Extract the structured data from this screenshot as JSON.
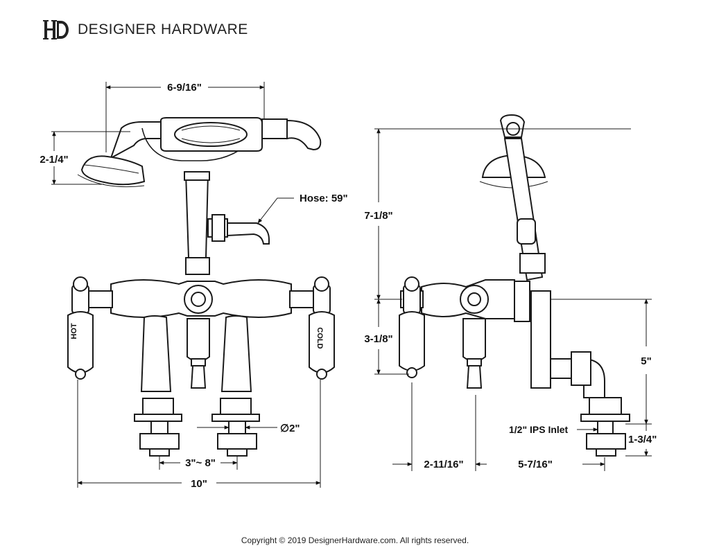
{
  "brand": {
    "name": "DESIGNER HARDWARE",
    "logo_icon": "dh-monogram-icon"
  },
  "dimensions": {
    "handshower_width": "6-9/16\"",
    "handshower_height": "2-1/4\"",
    "hose": "Hose: 59\"",
    "height_total": "7-1/8\"",
    "height_lower": "3-1/8\"",
    "inlet_height": "5\"",
    "inlet_label": "1/2\" IPS Inlet",
    "inlet_depth": "1-3/4\"",
    "diameter": "∅2\"",
    "center_range": "3\"~ 8\"",
    "overall_width": "10\"",
    "side_offset_a": "2-11/16\"",
    "side_offset_b": "5-7/16\""
  },
  "handles": {
    "hot": "HOT",
    "cold": "COLD"
  },
  "footer": {
    "copyright": "Copyright © 2019 DesignerHardware.com. All rights reserved."
  }
}
